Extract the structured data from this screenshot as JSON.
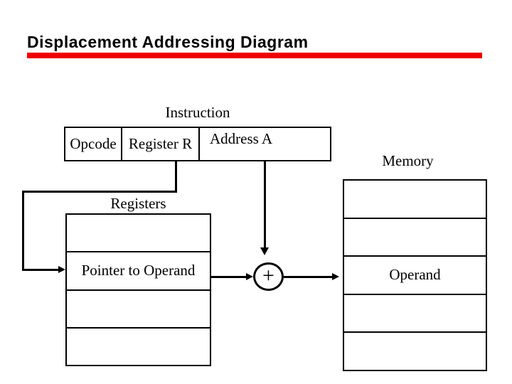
{
  "slide": {
    "title": "Displacement Addressing Diagram",
    "accent_color": "#EE0000",
    "background_color": "#FFFFFF"
  },
  "instruction": {
    "label": "Instruction",
    "fields": [
      {
        "label": "Opcode"
      },
      {
        "label": "Register R"
      },
      {
        "label": "Address A"
      }
    ]
  },
  "registers": {
    "label": "Registers",
    "rows": [
      "",
      "Pointer to Operand",
      "",
      ""
    ]
  },
  "memory": {
    "label": "Memory",
    "rows": [
      "",
      "",
      "Operand",
      "",
      ""
    ]
  },
  "adder": {
    "symbol": "+"
  }
}
